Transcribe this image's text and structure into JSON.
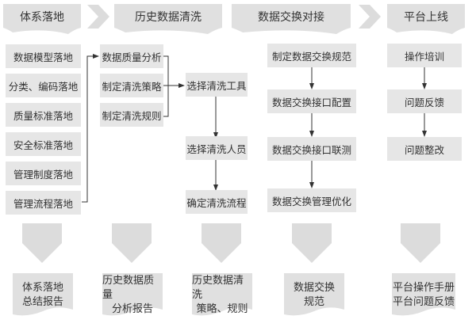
{
  "phases": [
    {
      "title": "体系落地"
    },
    {
      "title": "历史数据清洗"
    },
    {
      "title": "数据交换对接"
    },
    {
      "title": "平台上线"
    }
  ],
  "phase1": {
    "items": [
      "数据模型落地",
      "分类、编码落地",
      "质量标准落地",
      "安全标准落地",
      "管理制度落地",
      "管理流程落地"
    ]
  },
  "phase2": {
    "left_items": [
      "数据质量分析",
      "制定清洗策略",
      "制定清洗规则"
    ],
    "flow": [
      "选择清洗工具",
      "选择清洗人员",
      "确定清洗流程"
    ]
  },
  "phase3": {
    "flow": [
      "制定数据交换规范",
      "数据交换接口配置",
      "数据交换接口联测",
      "数据交换管理优化"
    ]
  },
  "phase4": {
    "flow": [
      "操作培训",
      "问题反馈",
      "问题整改"
    ]
  },
  "outputs": [
    {
      "line1": "体系落地",
      "line2": "总结报告"
    },
    {
      "line1": "历史数据质量",
      "line2": "分析报告"
    },
    {
      "line1": "历史数据清洗",
      "line2": "策略、规则"
    },
    {
      "line1": "数据交换",
      "line2": "规范"
    },
    {
      "line1": "平台操作手册",
      "line2": "平台问题反馈"
    }
  ],
  "colors": {
    "box_fill": "#e6e6e6",
    "header_fill": "#e0e0e0",
    "chevron": "#dcdcdc",
    "line": "#333333",
    "text": "#333333"
  }
}
